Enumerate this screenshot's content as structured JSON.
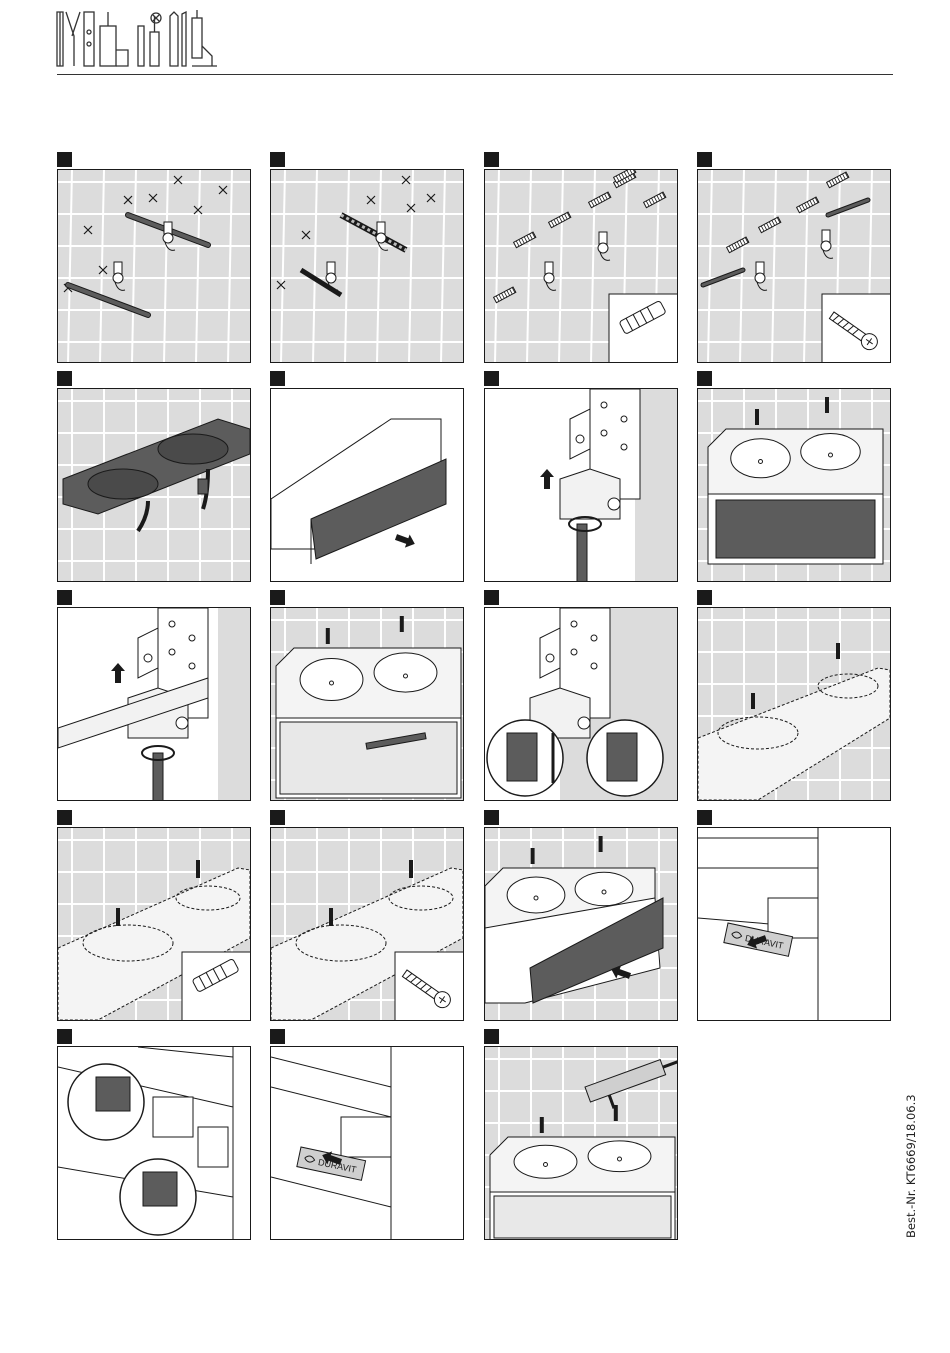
{
  "header": {
    "tool_icons": [
      "level-icon",
      "spirit-level-icon",
      "drill-icon",
      "bit-icon",
      "screwdriver-icon",
      "wrench-icon",
      "caulking-gun-icon"
    ]
  },
  "steps": [
    {
      "scene": "wall-mark"
    },
    {
      "scene": "wall-drill"
    },
    {
      "scene": "wall-plugs"
    },
    {
      "scene": "wall-screws"
    },
    {
      "scene": "basin-siphon"
    },
    {
      "scene": "drawer-out"
    },
    {
      "scene": "bracket-adjust"
    },
    {
      "scene": "unit-open"
    },
    {
      "scene": "rail-adjust"
    },
    {
      "scene": "unit-drawer"
    },
    {
      "scene": "cabinet-adjust"
    },
    {
      "scene": "top-dashed"
    },
    {
      "scene": "top-plug"
    },
    {
      "scene": "top-screw"
    },
    {
      "scene": "drawer-in"
    },
    {
      "scene": "logo-plate"
    },
    {
      "scene": "logo-adjust"
    },
    {
      "scene": "logo-press"
    },
    {
      "scene": "silicone"
    }
  ],
  "labels": {
    "brand": "DURAVIT",
    "order_number": "Best.-Nr. KT6669/18.06.3"
  },
  "colors": {
    "tile_bg": "#dcdcdc",
    "grout": "#ffffff",
    "dark": "#5c5c5c",
    "ink": "#1a1a1a"
  }
}
